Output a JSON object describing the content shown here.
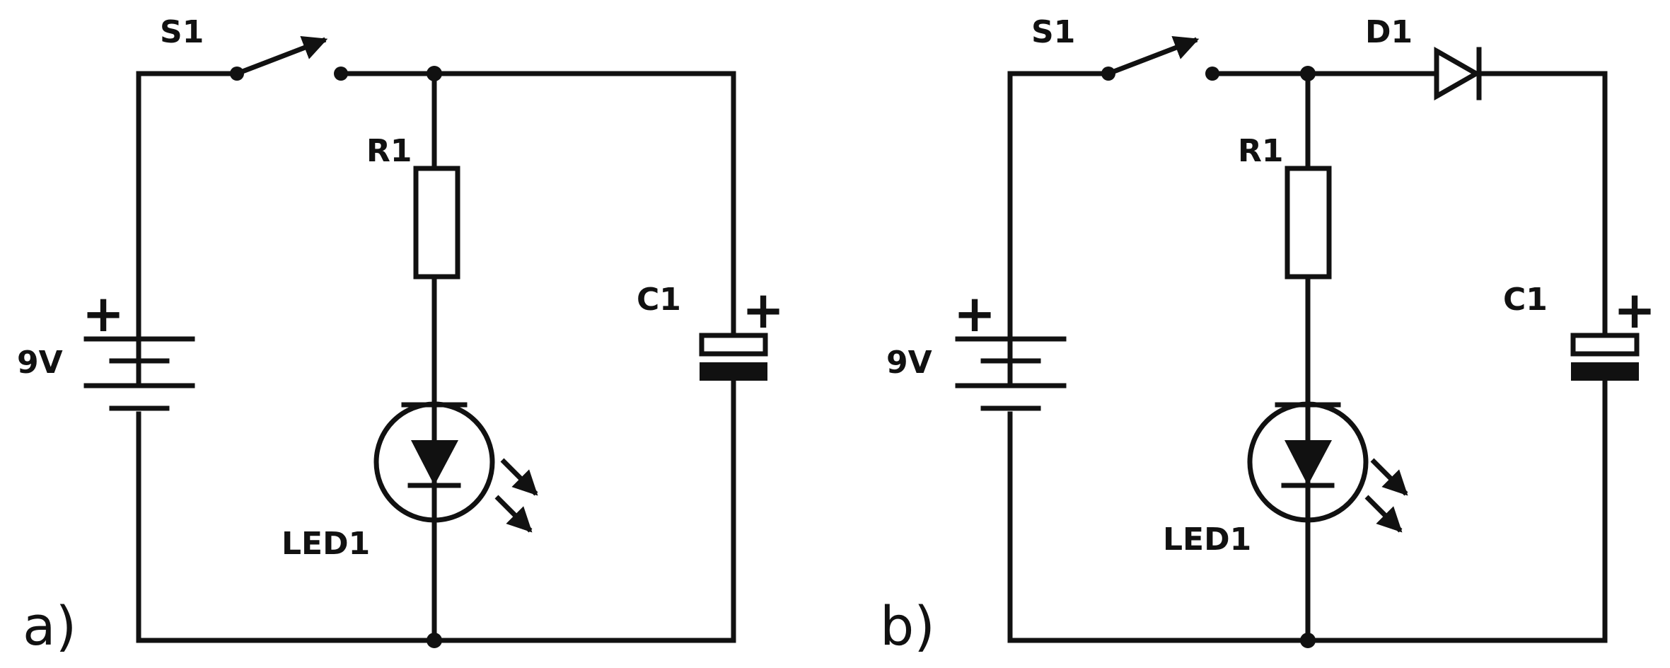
{
  "figure": {
    "panel_a": {
      "label": "a)",
      "switch": "S1",
      "resistor": "R1",
      "led": "LED1",
      "capacitor": "C1",
      "battery": "9V",
      "battery_plus": "+",
      "capacitor_plus": "+"
    },
    "panel_b": {
      "label": "b)",
      "switch": "S1",
      "diode": "D1",
      "resistor": "R1",
      "led": "LED1",
      "capacitor": "C1",
      "battery": "9V",
      "battery_plus": "+",
      "capacitor_plus": "+"
    }
  }
}
